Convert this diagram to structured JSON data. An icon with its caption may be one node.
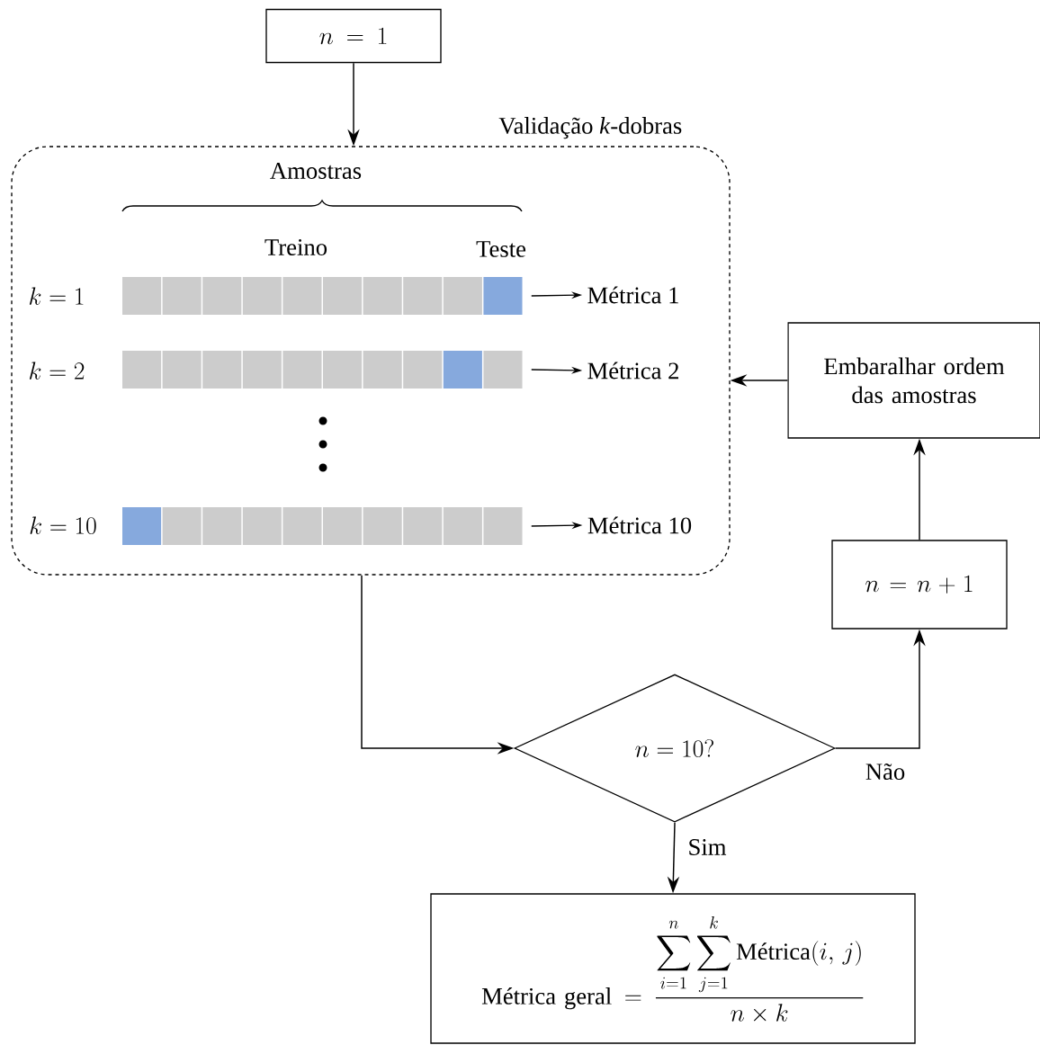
{
  "diagram": {
    "nodes": [
      {
        "text": [
          "n = 1"
        ]
      },
      {
        "text": [
          "Validação *k*-dobras"
        ]
      },
      {
        "text": [],
        "shape": "bar",
        "in": 1
      },
      {
        "text": [
          "Métrica 1"
        ],
        "in": 1
      },
      {
        "text": [],
        "shape": "bar",
        "in": 1
      },
      {
        "text": [
          "Métrica 2"
        ],
        "in": 1
      },
      {
        "text": [],
        "shape": "bar",
        "in": 1
      },
      {
        "text": [
          "Métrica 10"
        ],
        "in": 1
      },
      {
        "text": [
          "Embaralhar ordem das amostras"
        ]
      },
      {
        "text": [
          "n = n + 1"
        ]
      },
      {
        "text": [
          "n = 10?"
        ]
      },
      {
        "text": [
          "\\text{Métrica geral} = \\frac{\\displaystyle\\sum_{i=1}^{n}\\sum_{j=1}^{k}\\text{Métrica}(i,\\, j)}{n \\times k}"
        ]
      }
    ],
    "edges": [
      {
        "from": 0,
        "to": 1,
        "arrow": "to"
      },
      {
        "from": 2,
        "to": 3,
        "arrow": "to"
      },
      {
        "from": 4,
        "to": 5,
        "arrow": "to"
      },
      {
        "from": 6,
        "to": 7,
        "arrow": "to"
      },
      {
        "from": 1,
        "to": 10,
        "arrow": "to"
      },
      {
        "from": 10,
        "to": 11,
        "arrow": "to",
        "label": "Sim"
      },
      {
        "from": 10,
        "to": 9,
        "arrow": "to",
        "label": "Não"
      },
      {
        "from": 9,
        "to": 8,
        "arrow": "to"
      },
      {
        "from": 8,
        "to": 1,
        "arrow": "to"
      }
    ],
    "labels": [
      "Amostras",
      "Treino",
      "Teste",
      "k = 1",
      "k = 2",
      "k = 10"
    ]
  }
}
